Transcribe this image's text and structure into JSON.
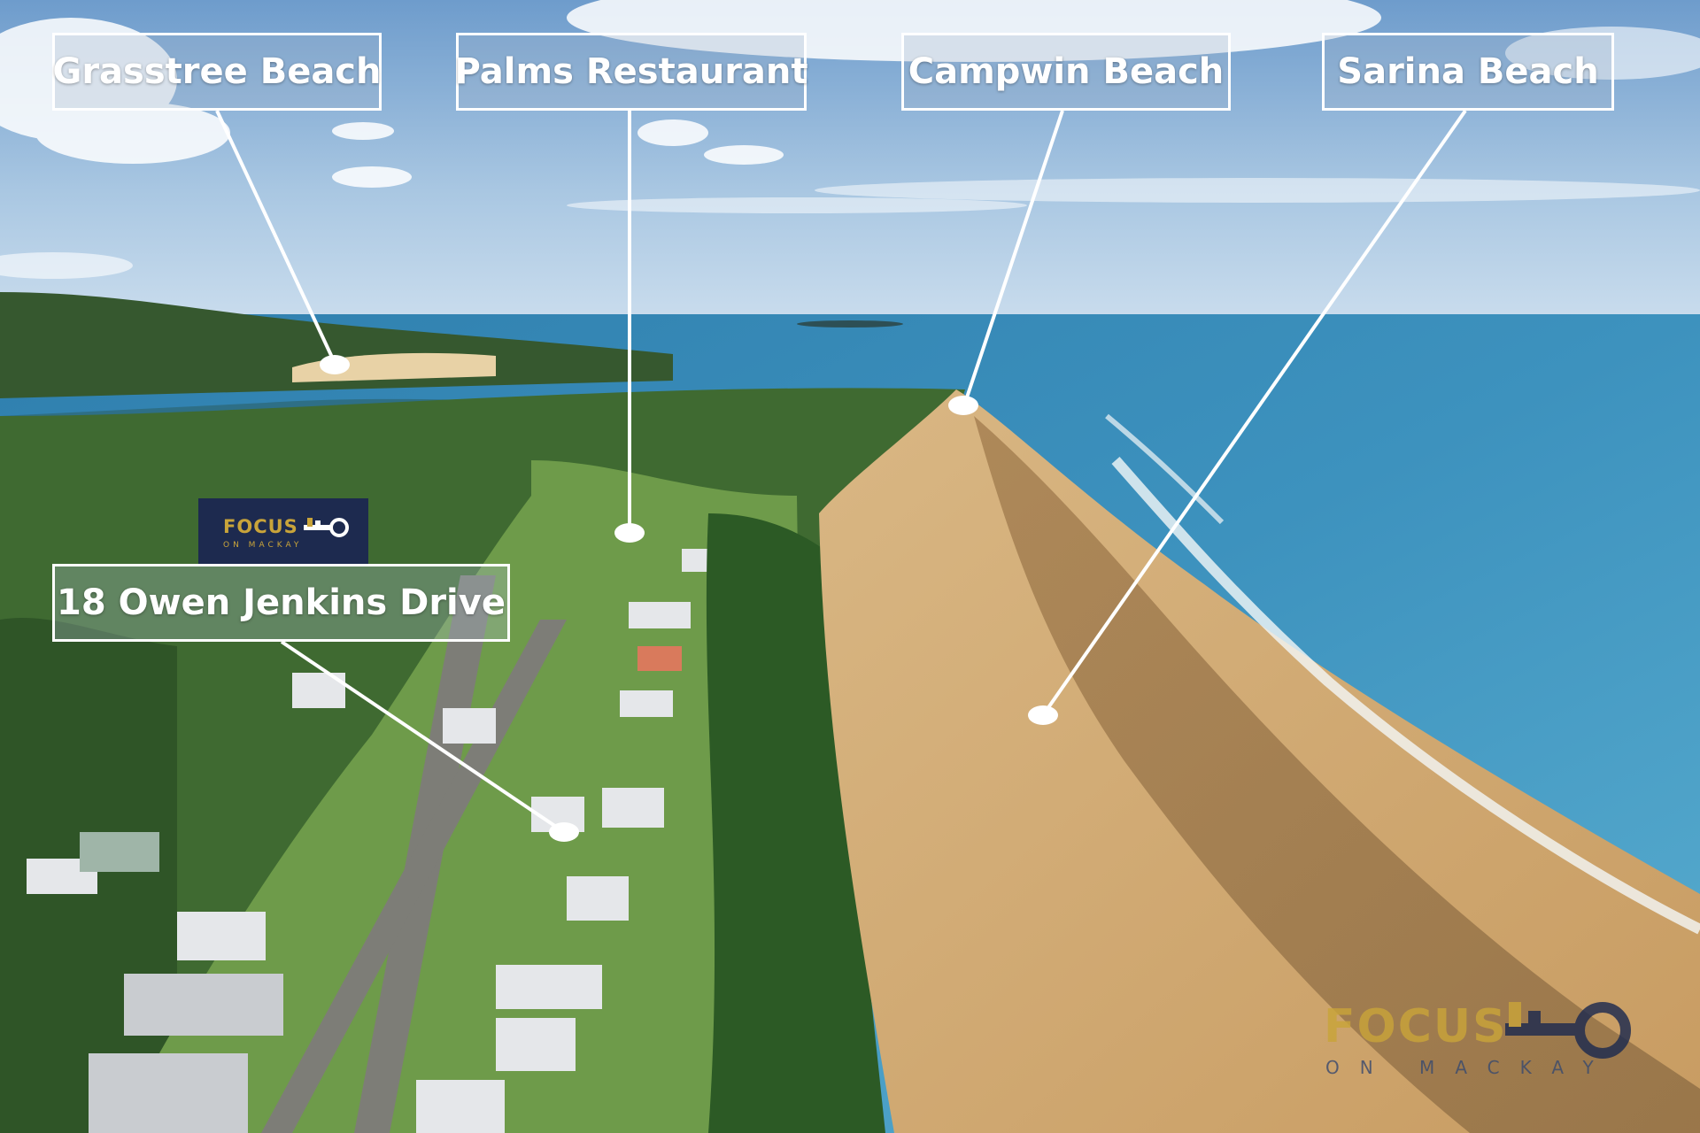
{
  "labels": {
    "grasstree": "Grasstree Beach",
    "palms": "Palms Restaurant",
    "campwin": "Campwin Beach",
    "sarina": "Sarina Beach",
    "address": "18 Owen Jenkins Drive"
  },
  "logo": {
    "brand": "FOCUS",
    "sub": "ON MACKAY",
    "brand_color": "#c9a43a",
    "navy_color": "#1d2a4f"
  },
  "colors": {
    "label_border": "#ffffff",
    "sand": "#d8b27c",
    "ocean": "#3f93bd",
    "sky": "#8fb6d8"
  }
}
